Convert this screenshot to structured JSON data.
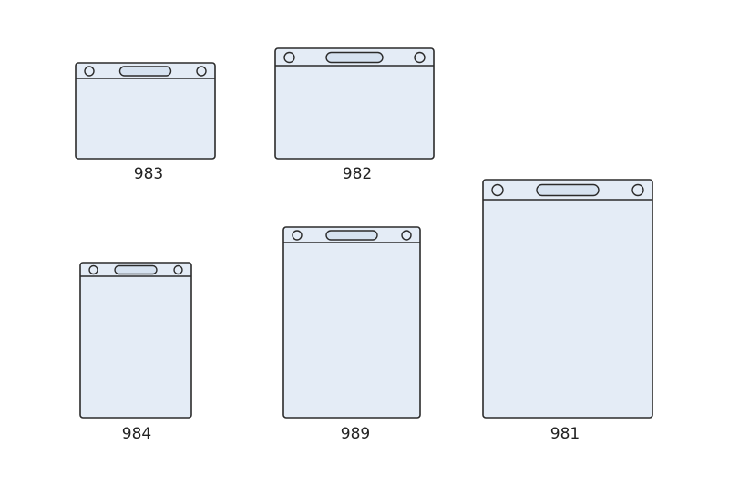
{
  "title": "Badge holder sizes",
  "holders": [
    {
      "model": "983",
      "orientation": "horizontal"
    },
    {
      "model": "982",
      "orientation": "horizontal"
    },
    {
      "model": "984",
      "orientation": "vertical"
    },
    {
      "model": "989",
      "orientation": "vertical"
    },
    {
      "model": "981",
      "orientation": "vertical"
    }
  ],
  "colors": {
    "fill": "#e4ecf6",
    "stroke": "#2b2b2b",
    "slot_fill": "#d6e2f0"
  }
}
